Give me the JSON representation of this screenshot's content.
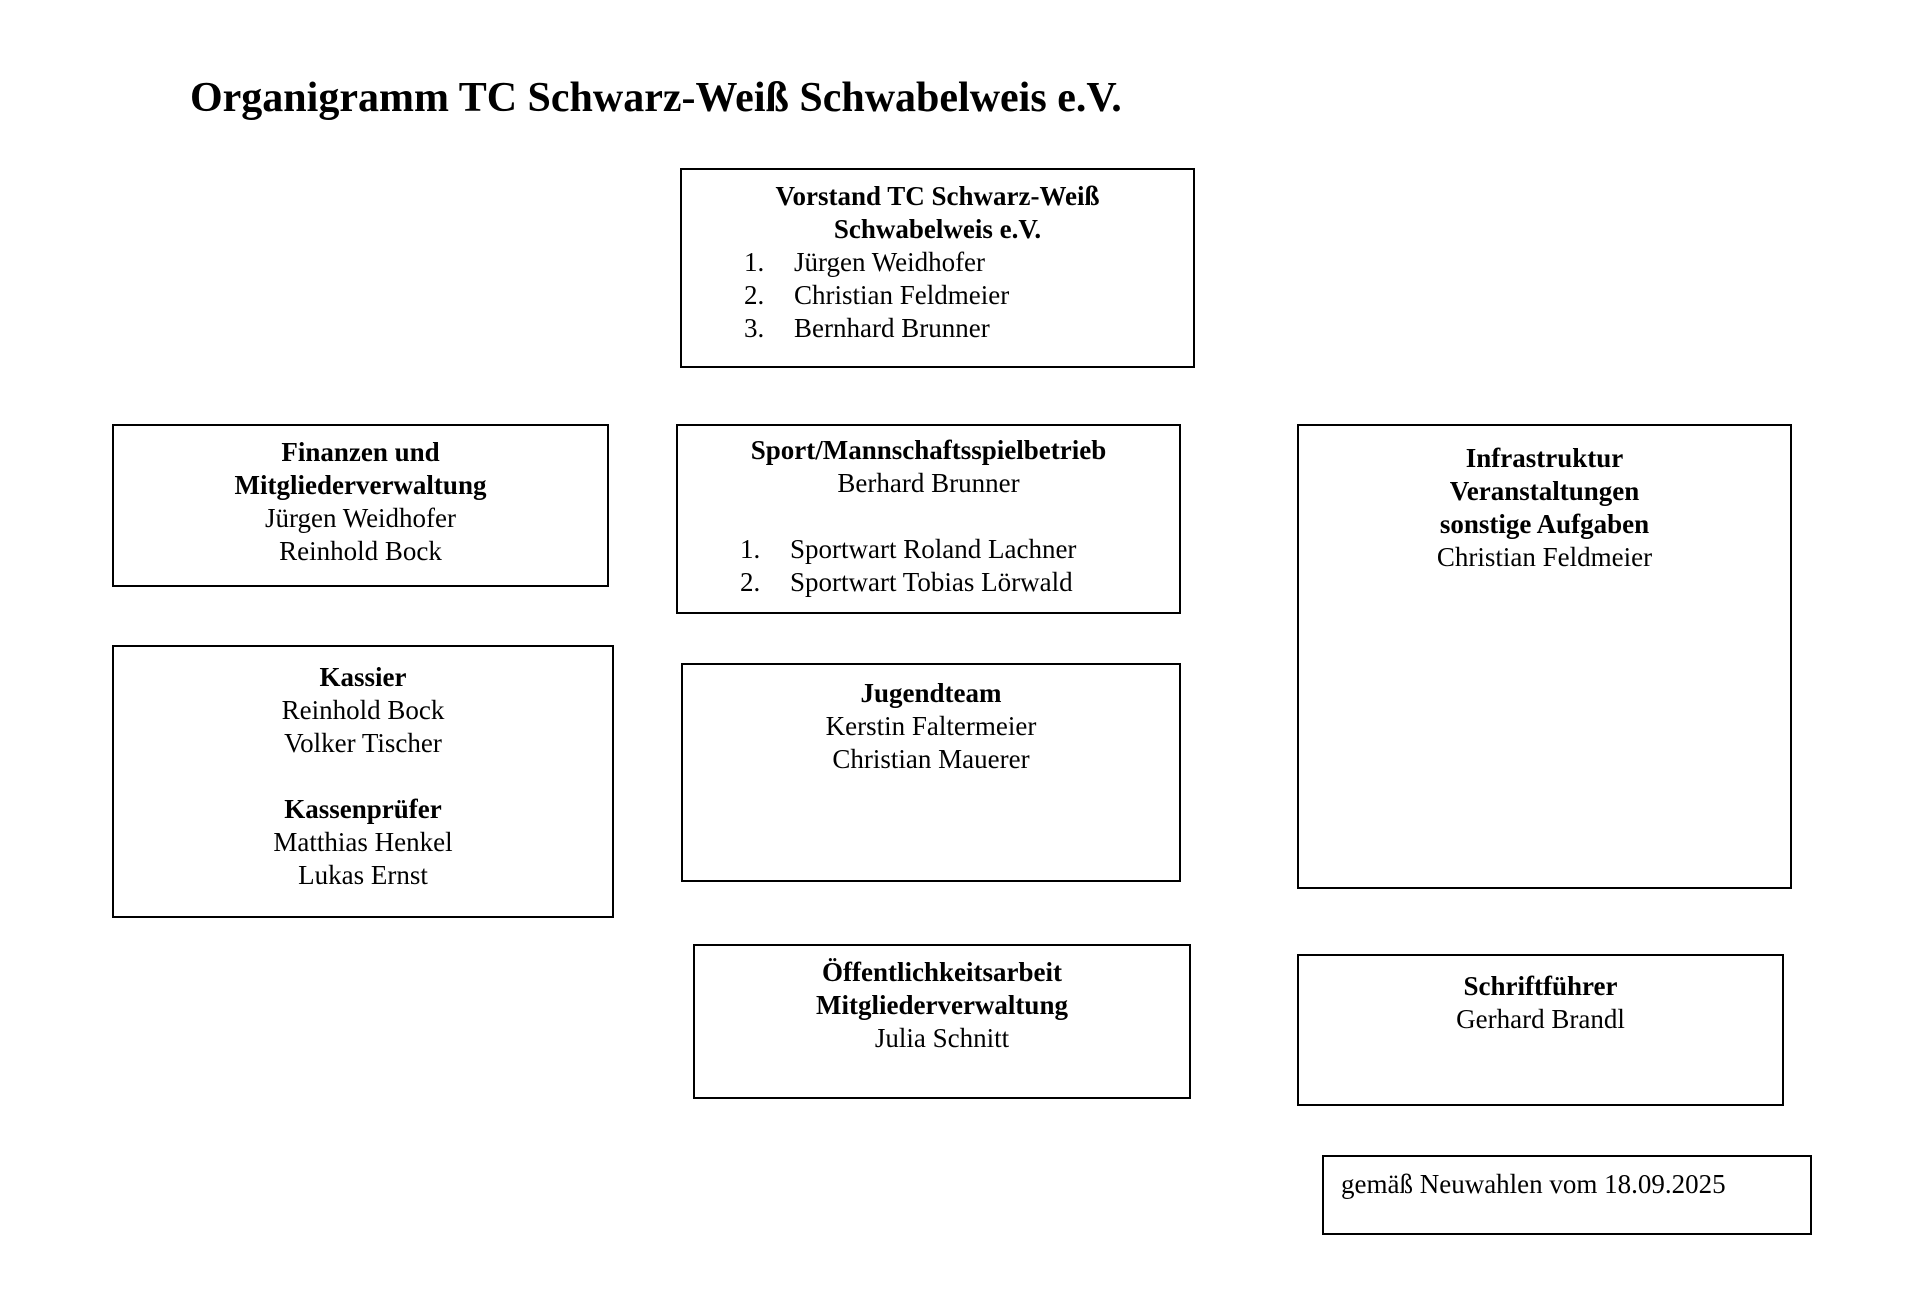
{
  "page": {
    "title": "Organigramm TC Schwarz-Weiß Schwabelweis e.V."
  },
  "boxes": {
    "vorstand": {
      "title": [
        "Vorstand TC Schwarz-Weiß",
        "Schwabelweis e.V."
      ],
      "members": [
        {
          "num": "1.",
          "name": "Jürgen Weidhofer"
        },
        {
          "num": "2.",
          "name": "Christian Feldmeier"
        },
        {
          "num": "3.",
          "name": "Bernhard Brunner"
        }
      ]
    },
    "finanzen": {
      "title": [
        "Finanzen und",
        "Mitgliederverwaltung"
      ],
      "names": [
        "Jürgen Weidhofer",
        "Reinhold Bock"
      ]
    },
    "sport": {
      "title": [
        "Sport/Mannschaftsspielbetrieb"
      ],
      "lead": "Berhard Brunner",
      "members": [
        {
          "num": "1.",
          "name": "Sportwart Roland Lachner"
        },
        {
          "num": "2.",
          "name": "Sportwart Tobias Lörwald"
        }
      ]
    },
    "infrastruktur": {
      "title": [
        "Infrastruktur",
        "Veranstaltungen",
        "sonstige Aufgaben"
      ],
      "names": [
        "Christian Feldmeier"
      ]
    },
    "kassier": {
      "title": [
        "Kassier"
      ],
      "names": [
        "Reinhold Bock",
        "Volker Tischer"
      ],
      "subtitle": [
        "Kassenprüfer"
      ],
      "subnames": [
        "Matthias Henkel",
        "Lukas Ernst"
      ]
    },
    "jugendteam": {
      "title": [
        "Jugendteam"
      ],
      "names": [
        "Kerstin Faltermeier",
        "Christian Mauerer"
      ]
    },
    "oeffentlichkeitsarbeit": {
      "title": [
        "Öffentlichkeitsarbeit",
        "Mitgliederverwaltung"
      ],
      "names": [
        "Julia Schnitt"
      ]
    },
    "schriftfuehrer": {
      "title": [
        "Schriftführer"
      ],
      "names": [
        "Gerhard Brandl"
      ]
    },
    "neuwahlen": {
      "note": "gemäß Neuwahlen vom 18.09.2025"
    }
  }
}
